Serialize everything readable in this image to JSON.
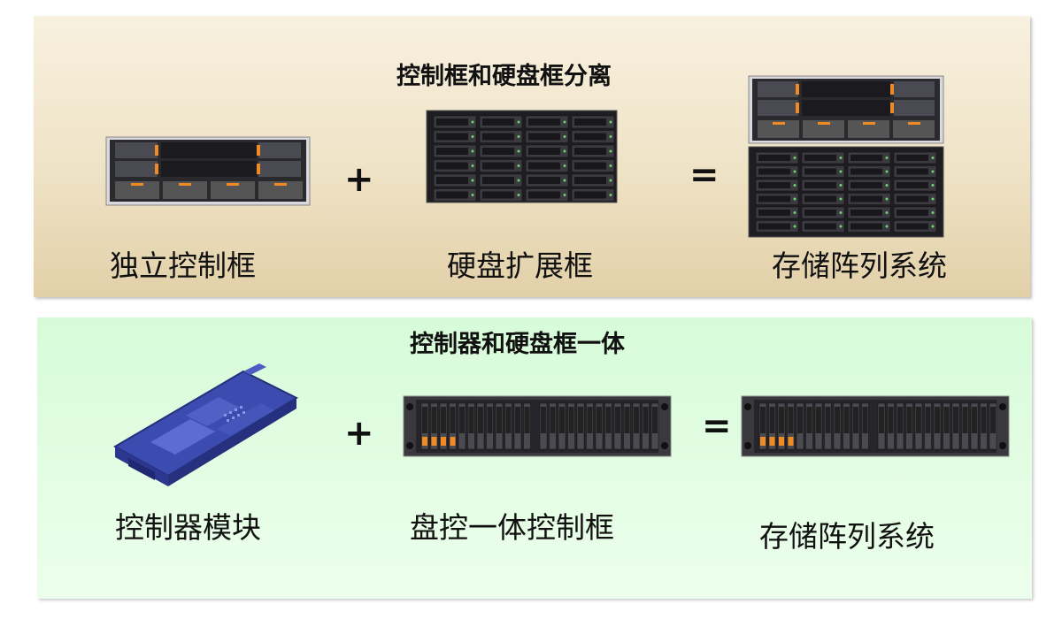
{
  "separated": {
    "title": "控制框和硬盘框分离",
    "items": [
      "独立控制框",
      "硬盘扩展框",
      "存储阵列系统"
    ],
    "operators": [
      "+",
      "="
    ],
    "colors": {
      "background": "#efe3c6",
      "accent": "#f08a24"
    }
  },
  "integrated": {
    "title": "控制器和硬盘框一体",
    "items": [
      "控制器模块",
      "盘控一体控制框",
      "存储阵列系统"
    ],
    "operators": [
      "+",
      "="
    ],
    "colors": {
      "background": "#ddfbdd",
      "module": "#3b4bb0"
    }
  }
}
